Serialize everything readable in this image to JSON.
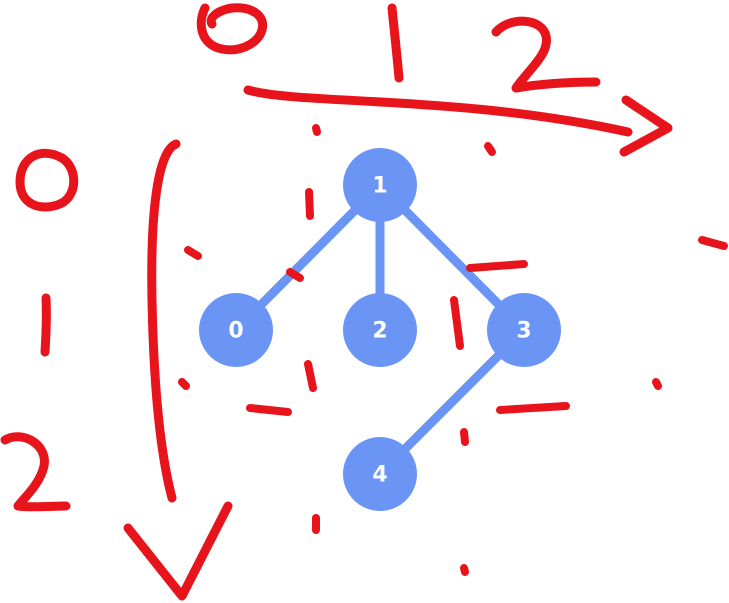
{
  "colors": {
    "node_fill": "#6b95f5",
    "edge_stroke": "#6b95f5",
    "node_text": "#ffffff",
    "annotation_ink": "#e8141c",
    "background": "#ffffff"
  },
  "graph": {
    "nodes": [
      {
        "id": "1",
        "label": "1"
      },
      {
        "id": "0",
        "label": "0"
      },
      {
        "id": "2",
        "label": "2"
      },
      {
        "id": "3",
        "label": "3"
      },
      {
        "id": "4",
        "label": "4"
      }
    ],
    "edges": [
      {
        "from": "1",
        "to": "0"
      },
      {
        "from": "1",
        "to": "2"
      },
      {
        "from": "1",
        "to": "3"
      },
      {
        "from": "3",
        "to": "4"
      }
    ]
  },
  "annotations": {
    "column_labels": [
      "0",
      "1",
      "2"
    ],
    "row_labels": [
      "0",
      "1",
      "2"
    ]
  }
}
